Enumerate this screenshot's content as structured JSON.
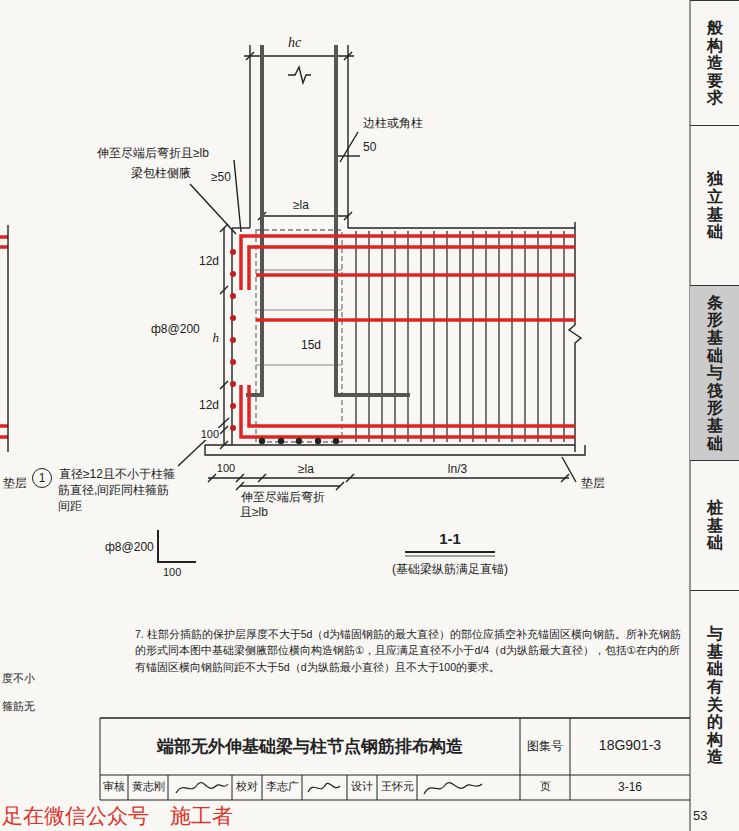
{
  "diagram": {
    "nodes": [
      {
        "text": [
          "般构造要求"
        ]
      },
      {
        "text": [
          "独立基础"
        ]
      },
      {
        "text": [
          "条形基础与筏形基础"
        ]
      },
      {
        "text": [
          "桩基础"
        ]
      },
      {
        "text": [
          "与基础有关的构造"
        ]
      },
      {
        "text": [
          "1"
        ]
      }
    ],
    "labels": [
      "hc",
      "边柱或角柱",
      "50",
      "伸至尽端后弯折且≥lb",
      "梁包柱侧腋",
      "≥50",
      "≥la",
      "12d",
      "h",
      "ф8@200",
      "15d",
      "12d",
      "100",
      "垫层",
      "100",
      "≥la",
      "ln/3",
      "垫层",
      "直径≥12且不小于柱箍筋直径,间距同柱箍筋间距",
      "伸至尽端后弯折 且≥lb",
      "ф8@200",
      "100",
      "1-1",
      "(基础梁纵筋满足直锚)",
      "7. 柱部分插筋的保护层厚度不大于5d（d为锚固钢筋的最大直径）的部位应插空补充锚固区横向钢筋。所补充钢筋的形式同本图中基础梁侧腋部位横向构造钢筋①，且应满足直径不小于d/4（d为纵筋最大直径），包括①在内的所有锚固区横向钢筋间距不大于5d（d为纵筋最小直径）且不大于100的要求。",
      "度不小",
      "箍筋无",
      "端部无外伸基础梁与柱节点钢筋排布构造",
      "图集号",
      "18G901-3",
      "审核",
      "黄志刚",
      "校对",
      "李志广",
      "设计",
      "王怀元",
      "页",
      "3-16",
      "53",
      "足在微信公众号　施工者"
    ]
  }
}
